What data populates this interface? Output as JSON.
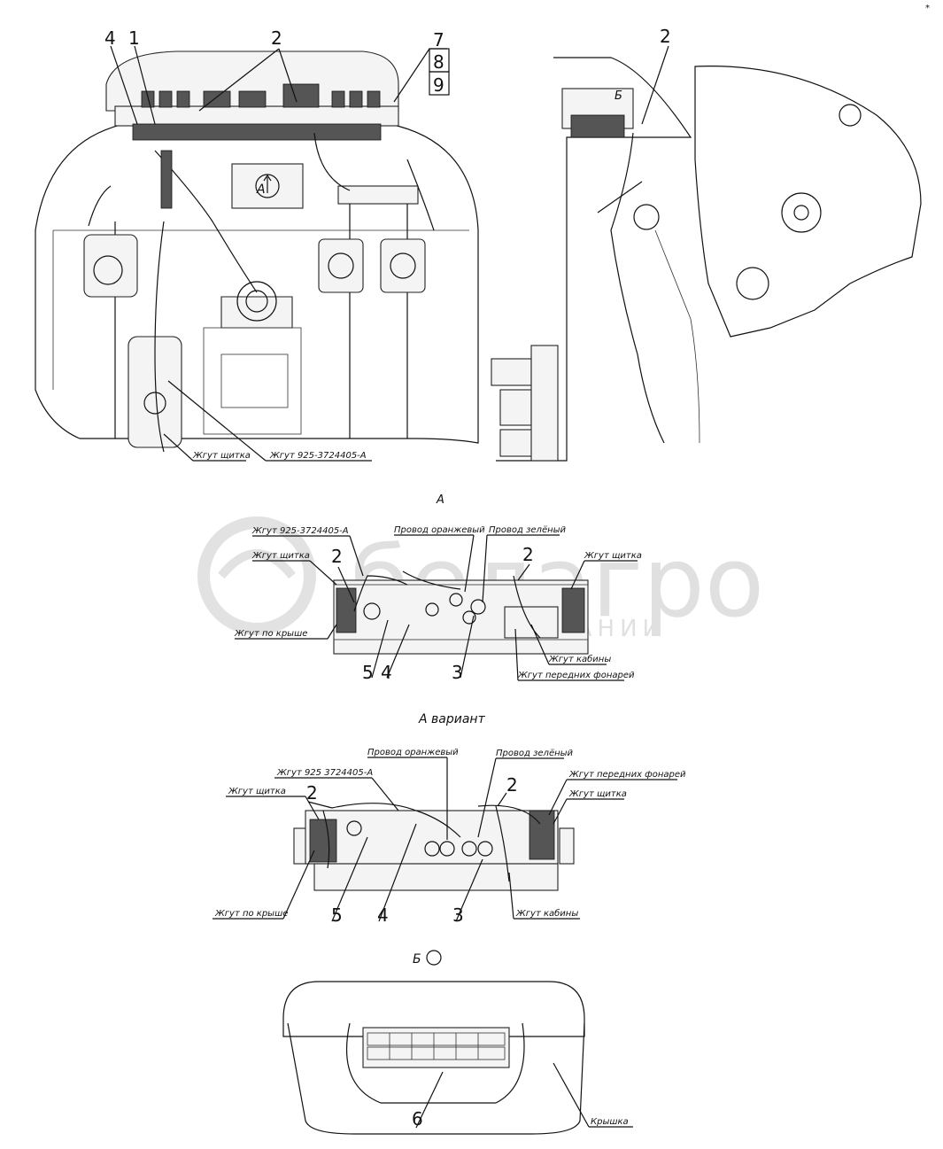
{
  "watermark": {
    "brand": "белагро",
    "sub": "ТЯГА КОМПАНИИ"
  },
  "corner_mark": "*",
  "view_top": {
    "callouts": [
      "4",
      "1",
      "2",
      "7",
      "8",
      "9"
    ],
    "right_callouts": [
      "2",
      "Б"
    ],
    "arrow_label": "А",
    "labels": {
      "harness_panel": "Жгут щитка",
      "harness_925": "Жгут 925-3724405-А"
    }
  },
  "view_a": {
    "title": "А",
    "labels": {
      "harness_925": "Жгут 925-3724405-А",
      "harness_panel_left": "Жгут щитка",
      "harness_roof": "Жгут по крыше",
      "wire_orange": "Провод оранжевый",
      "wire_green": "Провод зелёный",
      "harness_panel_right": "Жгут щитка",
      "harness_cab": "Жгут кабины",
      "harness_front_lights": "Жгут передних фонарей"
    },
    "numbers": {
      "n2a": "2",
      "n2b": "2",
      "n5": "5",
      "n4": "4",
      "n3": "3"
    }
  },
  "view_a_variant": {
    "title": "А вариант",
    "labels": {
      "wire_orange": "Провод оранжевый",
      "wire_green": "Провод зелёный",
      "harness_925": "Жгут 925 3724405-А",
      "harness_front_lights": "Жгут передних фонарей",
      "harness_panel_left": "Жгут щитка",
      "harness_panel_right": "Жгут щитка",
      "harness_roof": "Жгут по крыше",
      "harness_cab": "Жгут кабины"
    },
    "numbers": {
      "n2a": "2",
      "n2b": "2",
      "n5": "5",
      "n4": "4",
      "n3": "3"
    }
  },
  "view_b": {
    "title": "Б",
    "labels": {
      "cover": "Крышка"
    },
    "numbers": {
      "n6": "6"
    }
  }
}
